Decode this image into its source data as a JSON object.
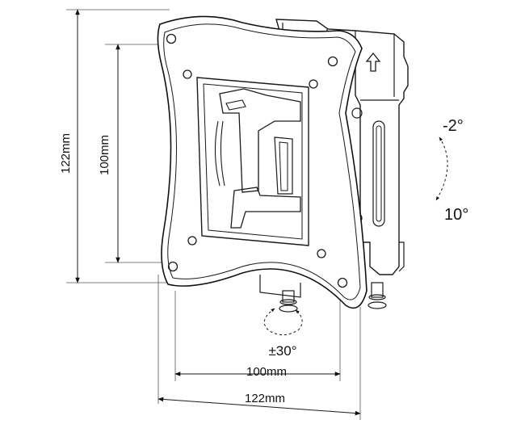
{
  "dimensions": {
    "height_outer": "122mm",
    "height_inner": "100mm",
    "width_inner": "100mm",
    "width_outer": "122mm"
  },
  "angles": {
    "tilt_up": "-2°",
    "tilt_down": "10°",
    "swivel": "±30°"
  }
}
